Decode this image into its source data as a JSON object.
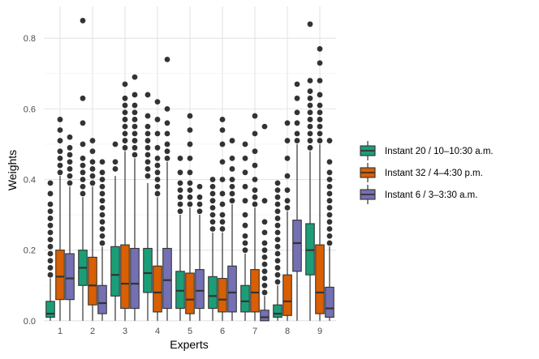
{
  "chart_data": {
    "type": "box",
    "xlabel": "Experts",
    "ylabel": "Weights",
    "categories": [
      "1",
      "2",
      "3",
      "4",
      "5",
      "6",
      "7",
      "8",
      "9"
    ],
    "ylim": [
      -0.005,
      0.89
    ],
    "y_ticks": [
      "0.0",
      "0.2",
      "0.4",
      "0.6",
      "0.8"
    ],
    "grid": true,
    "legend_position": "right",
    "series": [
      {
        "name": "Instant 20 / 10–10:30 a.m.",
        "color": "#1b9e77",
        "boxes": [
          {
            "expert": "1",
            "q1": 0.01,
            "median": 0.02,
            "q3": 0.055,
            "whisker_low": 0.0,
            "whisker_high": 0.12,
            "outliers": [
              0.13,
              0.15,
              0.17,
              0.19,
              0.21,
              0.23,
              0.25,
              0.27,
              0.29,
              0.31,
              0.33,
              0.36,
              0.39
            ]
          },
          {
            "expert": "2",
            "q1": 0.1,
            "median": 0.15,
            "q3": 0.2,
            "whisker_low": 0.0,
            "whisker_high": 0.35,
            "outliers": [
              0.36,
              0.38,
              0.4,
              0.42,
              0.44,
              0.46,
              0.5,
              0.56,
              0.63,
              0.85
            ]
          },
          {
            "expert": "3",
            "q1": 0.07,
            "median": 0.13,
            "q3": 0.21,
            "whisker_low": 0.0,
            "whisker_high": 0.41,
            "outliers": [
              0.43,
              0.45,
              0.5
            ]
          },
          {
            "expert": "4",
            "q1": 0.08,
            "median": 0.135,
            "q3": 0.205,
            "whisker_low": 0.0,
            "whisker_high": 0.39,
            "outliers": [
              0.41,
              0.43,
              0.45,
              0.47,
              0.49,
              0.51,
              0.53,
              0.55,
              0.58,
              0.64
            ]
          },
          {
            "expert": "5",
            "q1": 0.035,
            "median": 0.085,
            "q3": 0.14,
            "whisker_low": 0.0,
            "whisker_high": 0.3,
            "outliers": [
              0.31,
              0.33,
              0.35,
              0.37,
              0.39,
              0.42,
              0.46
            ]
          },
          {
            "expert": "6",
            "q1": 0.035,
            "median": 0.07,
            "q3": 0.125,
            "whisker_low": 0.0,
            "whisker_high": 0.25,
            "outliers": [
              0.26,
              0.28,
              0.3,
              0.32,
              0.34,
              0.36,
              0.38,
              0.4
            ]
          },
          {
            "expert": "7",
            "q1": 0.025,
            "median": 0.055,
            "q3": 0.1,
            "whisker_low": 0.0,
            "whisker_high": 0.19,
            "outliers": [
              0.2,
              0.22,
              0.24,
              0.27,
              0.3,
              0.34,
              0.38,
              0.42,
              0.46,
              0.5
            ]
          },
          {
            "expert": "8",
            "q1": 0.01,
            "median": 0.02,
            "q3": 0.045,
            "whisker_low": 0.0,
            "whisker_high": 0.1,
            "outliers": [
              0.11,
              0.13,
              0.15,
              0.17,
              0.19,
              0.21,
              0.23,
              0.25,
              0.27,
              0.29,
              0.31,
              0.33,
              0.35,
              0.37,
              0.39
            ]
          },
          {
            "expert": "9",
            "q1": 0.13,
            "median": 0.2,
            "q3": 0.275,
            "whisker_low": 0.0,
            "whisker_high": 0.48,
            "outliers": [
              0.49,
              0.51,
              0.53,
              0.55,
              0.57,
              0.59,
              0.61,
              0.63,
              0.65,
              0.68,
              0.84
            ]
          }
        ]
      },
      {
        "name": "Instant 32 / 4–4:30 p.m.",
        "color": "#d95f02",
        "boxes": [
          {
            "expert": "1",
            "q1": 0.06,
            "median": 0.125,
            "q3": 0.2,
            "whisker_low": 0.0,
            "whisker_high": 0.41,
            "outliers": [
              0.42,
              0.44,
              0.46,
              0.48,
              0.51,
              0.54,
              0.57
            ]
          },
          {
            "expert": "2",
            "q1": 0.045,
            "median": 0.1,
            "q3": 0.18,
            "whisker_low": 0.0,
            "whisker_high": 0.38,
            "outliers": [
              0.39,
              0.41,
              0.43,
              0.45,
              0.48,
              0.51
            ]
          },
          {
            "expert": "3",
            "q1": 0.035,
            "median": 0.105,
            "q3": 0.215,
            "whisker_low": 0.0,
            "whisker_high": 0.48,
            "outliers": [
              0.49,
              0.51,
              0.53,
              0.55,
              0.57,
              0.59,
              0.61,
              0.63,
              0.67
            ]
          },
          {
            "expert": "4",
            "q1": 0.025,
            "median": 0.08,
            "q3": 0.155,
            "whisker_low": 0.0,
            "whisker_high": 0.35,
            "outliers": [
              0.36,
              0.38,
              0.4,
              0.42,
              0.44,
              0.46,
              0.49,
              0.53,
              0.57,
              0.62
            ]
          },
          {
            "expert": "5",
            "q1": 0.02,
            "median": 0.06,
            "q3": 0.135,
            "whisker_low": 0.0,
            "whisker_high": 0.32,
            "outliers": [
              0.33,
              0.35,
              0.37,
              0.39,
              0.42,
              0.46,
              0.5,
              0.54,
              0.58
            ]
          },
          {
            "expert": "6",
            "q1": 0.025,
            "median": 0.06,
            "q3": 0.12,
            "whisker_low": 0.0,
            "whisker_high": 0.25,
            "outliers": [
              0.26,
              0.28,
              0.3,
              0.33,
              0.36,
              0.4,
              0.45,
              0.5,
              0.54,
              0.57
            ]
          },
          {
            "expert": "7",
            "q1": 0.025,
            "median": 0.08,
            "q3": 0.145,
            "whisker_low": 0.0,
            "whisker_high": 0.32,
            "outliers": [
              0.33,
              0.35,
              0.37,
              0.4,
              0.44,
              0.48,
              0.53,
              0.58
            ]
          },
          {
            "expert": "8",
            "q1": 0.015,
            "median": 0.055,
            "q3": 0.13,
            "whisker_low": 0.0,
            "whisker_high": 0.31,
            "outliers": [
              0.32,
              0.34,
              0.37,
              0.41,
              0.46,
              0.51,
              0.56
            ]
          },
          {
            "expert": "9",
            "q1": 0.02,
            "median": 0.08,
            "q3": 0.215,
            "whisker_low": 0.0,
            "whisker_high": 0.5,
            "outliers": [
              0.51,
              0.53,
              0.55,
              0.57,
              0.59,
              0.61,
              0.64,
              0.68,
              0.73,
              0.77
            ]
          }
        ]
      },
      {
        "name": "Instant 6 / 3–3:30 a.m.",
        "color": "#7570b3",
        "boxes": [
          {
            "expert": "1",
            "q1": 0.06,
            "median": 0.12,
            "q3": 0.19,
            "whisker_low": 0.0,
            "whisker_high": 0.38,
            "outliers": [
              0.39,
              0.41,
              0.43,
              0.45,
              0.47,
              0.49,
              0.52
            ]
          },
          {
            "expert": "2",
            "q1": 0.02,
            "median": 0.05,
            "q3": 0.1,
            "whisker_low": 0.0,
            "whisker_high": 0.21,
            "outliers": [
              0.22,
              0.24,
              0.26,
              0.28,
              0.3,
              0.32,
              0.34,
              0.36,
              0.38,
              0.4,
              0.42,
              0.45
            ]
          },
          {
            "expert": "3",
            "q1": 0.035,
            "median": 0.105,
            "q3": 0.205,
            "whisker_low": 0.0,
            "whisker_high": 0.46,
            "outliers": [
              0.47,
              0.49,
              0.51,
              0.53,
              0.55,
              0.57,
              0.59,
              0.61,
              0.64,
              0.69
            ]
          },
          {
            "expert": "4",
            "q1": 0.035,
            "median": 0.115,
            "q3": 0.205,
            "whisker_low": 0.0,
            "whisker_high": 0.45,
            "outliers": [
              0.46,
              0.48,
              0.5,
              0.53,
              0.56,
              0.6,
              0.74
            ]
          },
          {
            "expert": "5",
            "q1": 0.035,
            "median": 0.085,
            "q3": 0.145,
            "whisker_low": 0.0,
            "whisker_high": 0.3,
            "outliers": [
              0.31,
              0.33,
              0.35,
              0.38
            ]
          },
          {
            "expert": "6",
            "q1": 0.025,
            "median": 0.08,
            "q3": 0.155,
            "whisker_low": 0.0,
            "whisker_high": 0.33,
            "outliers": [
              0.34,
              0.36,
              0.38,
              0.4,
              0.43,
              0.46,
              0.51
            ]
          },
          {
            "expert": "7",
            "q1": 0.0,
            "median": 0.01,
            "q3": 0.03,
            "whisker_low": 0.0,
            "whisker_high": 0.07,
            "outliers": [
              0.08,
              0.1,
              0.12,
              0.14,
              0.16,
              0.18,
              0.2,
              0.22,
              0.25,
              0.28,
              0.34,
              0.55
            ]
          },
          {
            "expert": "8",
            "q1": 0.14,
            "median": 0.22,
            "q3": 0.285,
            "whisker_low": 0.0,
            "whisker_high": 0.5,
            "outliers": [
              0.51,
              0.53,
              0.56,
              0.59,
              0.63,
              0.67
            ]
          },
          {
            "expert": "9",
            "q1": 0.01,
            "median": 0.035,
            "q3": 0.095,
            "whisker_low": 0.0,
            "whisker_high": 0.21,
            "outliers": [
              0.22,
              0.24,
              0.26,
              0.28,
              0.3,
              0.32,
              0.34,
              0.36,
              0.38,
              0.4,
              0.42,
              0.45,
              0.51
            ]
          }
        ]
      }
    ]
  }
}
